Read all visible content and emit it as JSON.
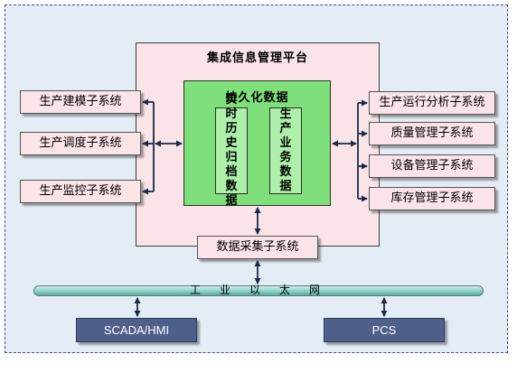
{
  "platform": {
    "title": "集成信息管理平台"
  },
  "persistence": {
    "title": "持久化数据",
    "realtime": "实时历史归档数据",
    "business": "生产业务数据"
  },
  "left_systems": [
    "生产建模子系统",
    "生产调度子系统",
    "生产监控子系统"
  ],
  "right_systems": [
    "生产运行分析子系统",
    "质量管理子系统",
    "设备管理子系统",
    "库存管理子系统"
  ],
  "collector": "数据采集子系统",
  "network": {
    "label": "工业以太网"
  },
  "devices": {
    "scada": "SCADA/HMI",
    "pcs": "PCS"
  },
  "colors": {
    "background": "#e4ecf6",
    "platform": "#fbe4e8",
    "persistence": "#7fe07b",
    "device": "#4e5f8a",
    "bus": "#8fd3c9"
  }
}
